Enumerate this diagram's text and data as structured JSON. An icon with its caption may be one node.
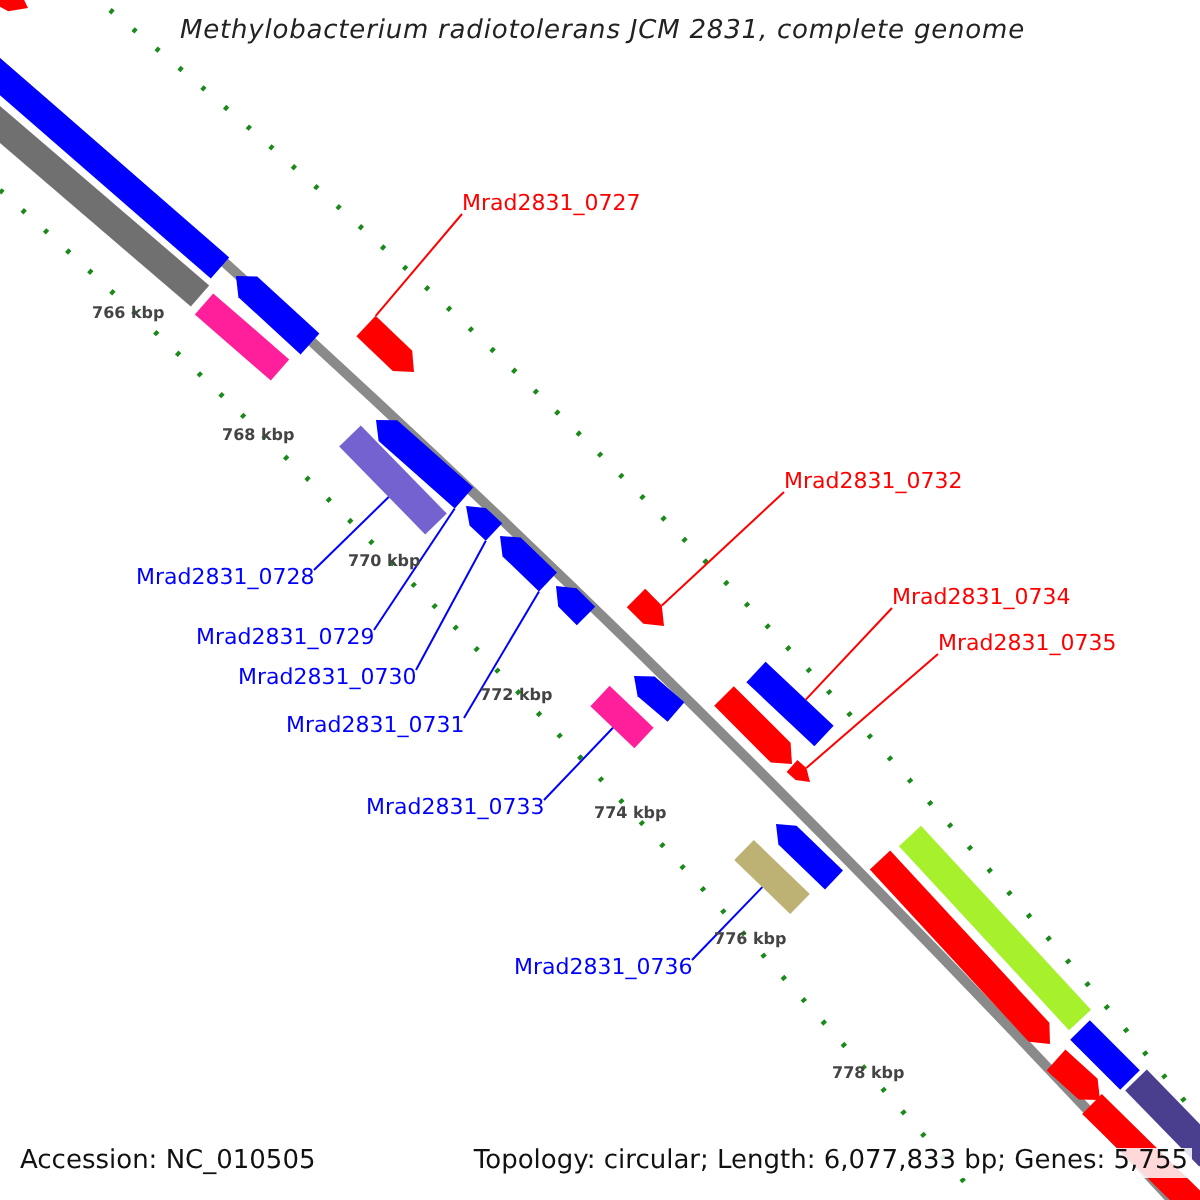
{
  "diagram": {
    "title": "Methylobacterium radiotolerans JCM 2831, complete genome",
    "nodes": [
      {
        "text": [
          "Mrad2831_0727"
        ]
      },
      {
        "text": [
          "Mrad2831_0732"
        ]
      },
      {
        "text": [
          "Mrad2831_0728"
        ]
      },
      {
        "text": [
          "Mrad2831_0734"
        ]
      },
      {
        "text": [
          "Mrad2831_0729"
        ]
      },
      {
        "text": [
          "Mrad2831_0735"
        ]
      },
      {
        "text": [
          "Mrad2831_0730"
        ]
      },
      {
        "text": [
          "Mrad2831_0731"
        ]
      },
      {
        "text": [
          "Mrad2831_0733"
        ]
      },
      {
        "text": [
          "Mrad2831_0736"
        ]
      },
      {
        "text": [],
        "shape": "bar"
      },
      {
        "text": [],
        "shape": "bar"
      },
      {
        "text": [],
        "shape": "bar"
      },
      {
        "text": [],
        "shape": "bar"
      },
      {
        "text": [],
        "shape": "bar"
      },
      {
        "text": [],
        "shape": "bar"
      },
      {
        "text": [],
        "shape": "bar"
      },
      {
        "text": [],
        "shape": "bar"
      },
      {
        "text": [],
        "shape": "bar"
      },
      {
        "text": [],
        "shape": "bar"
      },
      {
        "text": [],
        "shape": "bar"
      },
      {
        "text": [],
        "shape": "bar"
      },
      {
        "text": [],
        "shape": "bar"
      },
      {
        "text": [],
        "shape": "bar"
      },
      {
        "text": [],
        "shape": "bar"
      },
      {
        "text": [],
        "shape": "bar"
      },
      {
        "text": [],
        "shape": "bar"
      },
      {
        "text": [],
        "shape": "bar"
      },
      {
        "text": [],
        "shape": "bar"
      },
      {
        "text": [],
        "shape": "bar"
      },
      {
        "text": [],
        "shape": "bar"
      },
      {
        "text": [],
        "shape": "bar"
      },
      {
        "text": [],
        "shape": "bar"
      },
      {
        "text": [],
        "shape": "bar"
      },
      {
        "text": [],
        "shape": "bar"
      }
    ],
    "edges": [
      {
        "from": 0,
        "to": 15,
        "arrow": "none",
        "color": "#ff0000"
      },
      {
        "from": 1,
        "to": 21,
        "arrow": "none",
        "color": "#ff0000"
      },
      {
        "from": 2,
        "to": 17,
        "arrow": "none"
      },
      {
        "from": 3,
        "to": 22,
        "arrow": "none",
        "color": "#ff0000"
      },
      {
        "from": 4,
        "to": 16,
        "arrow": "none"
      },
      {
        "from": 5,
        "to": 26,
        "arrow": "none",
        "color": "#ff0000"
      },
      {
        "from": 6,
        "to": 18,
        "arrow": "none"
      },
      {
        "from": 7,
        "to": 19,
        "arrow": "none"
      },
      {
        "from": 8,
        "to": 24,
        "arrow": "none"
      },
      {
        "from": 9,
        "to": 29,
        "arrow": "none"
      }
    ],
    "labels": [
      "766 kbp",
      "768 kbp",
      "770 kbp",
      "772 kbp",
      "774 kbp",
      "776 kbp",
      "778 kbp",
      "Accession: NC_010505",
      "Topology: circular; Length: 6,077,833 bp; Genes: 5,755"
    ]
  }
}
